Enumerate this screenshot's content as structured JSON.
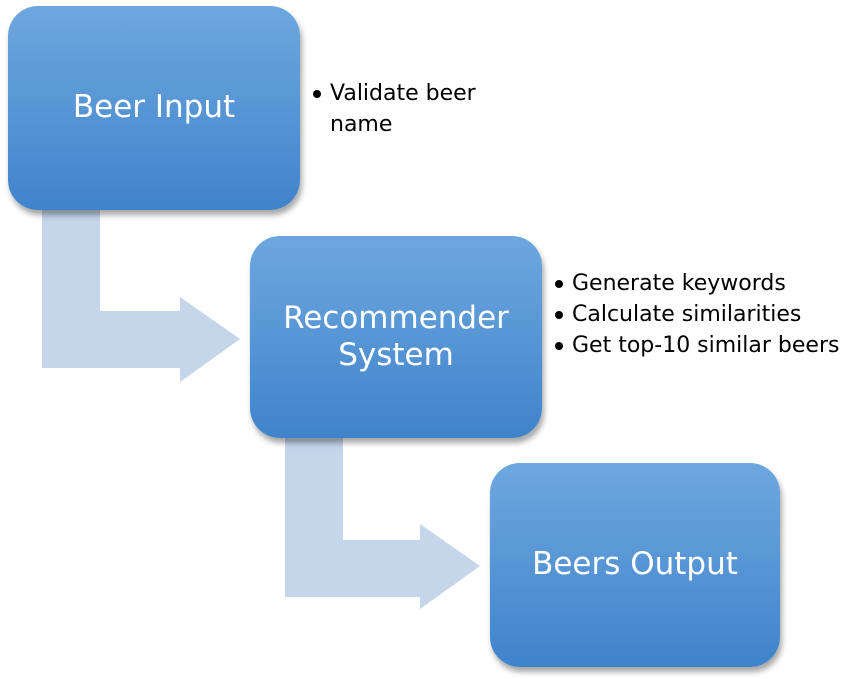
{
  "colors": {
    "box_fill": "#5594d4",
    "box_text": "#ffffff",
    "arrow_fill": "#c5d5ea",
    "bullet_text": "#000000"
  },
  "steps": [
    {
      "label": "Beer Input",
      "bullets": [
        "Validate beer name"
      ]
    },
    {
      "label": "Recommender\nSystem",
      "bullets": [
        "Generate keywords",
        "Calculate similarities",
        "Get top-10 similar beers"
      ]
    },
    {
      "label": "Beers Output",
      "bullets": []
    }
  ],
  "connectors": [
    {
      "from": "Beer Input",
      "to": "Recommender\nSystem"
    },
    {
      "from": "Recommender\nSystem",
      "to": "Beers Output"
    }
  ]
}
